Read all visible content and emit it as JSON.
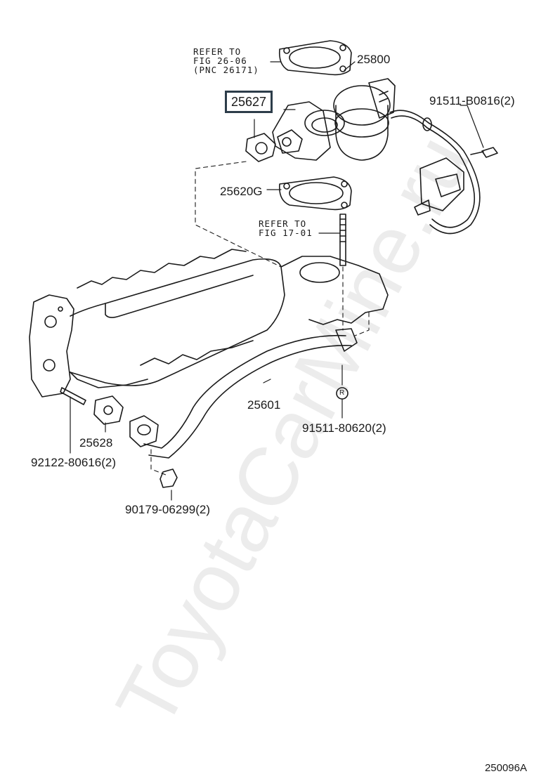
{
  "watermark": "ToyotaCarMine.ru",
  "diagram_code": "250096A",
  "refs": {
    "fig2606": [
      "REFER TO",
      "FIG 26-06",
      "(PNC 26171)"
    ],
    "fig1701": [
      "REFER TO",
      "FIG 17-01"
    ]
  },
  "parts": {
    "p25800": "25800",
    "p25627": "25627",
    "p91511b": "91511-B0816(2)",
    "p25620g": "25620G",
    "p25601": "25601",
    "p25628": "25628",
    "p91511_80620": "91511-80620(2)",
    "p92122": "92122-80616(2)",
    "p90179": "90179-06299(2)"
  },
  "marker": "R",
  "colors": {
    "line": "#1a1a1a",
    "highlight_border": "#2d3d4a",
    "watermark": "#ececec"
  }
}
